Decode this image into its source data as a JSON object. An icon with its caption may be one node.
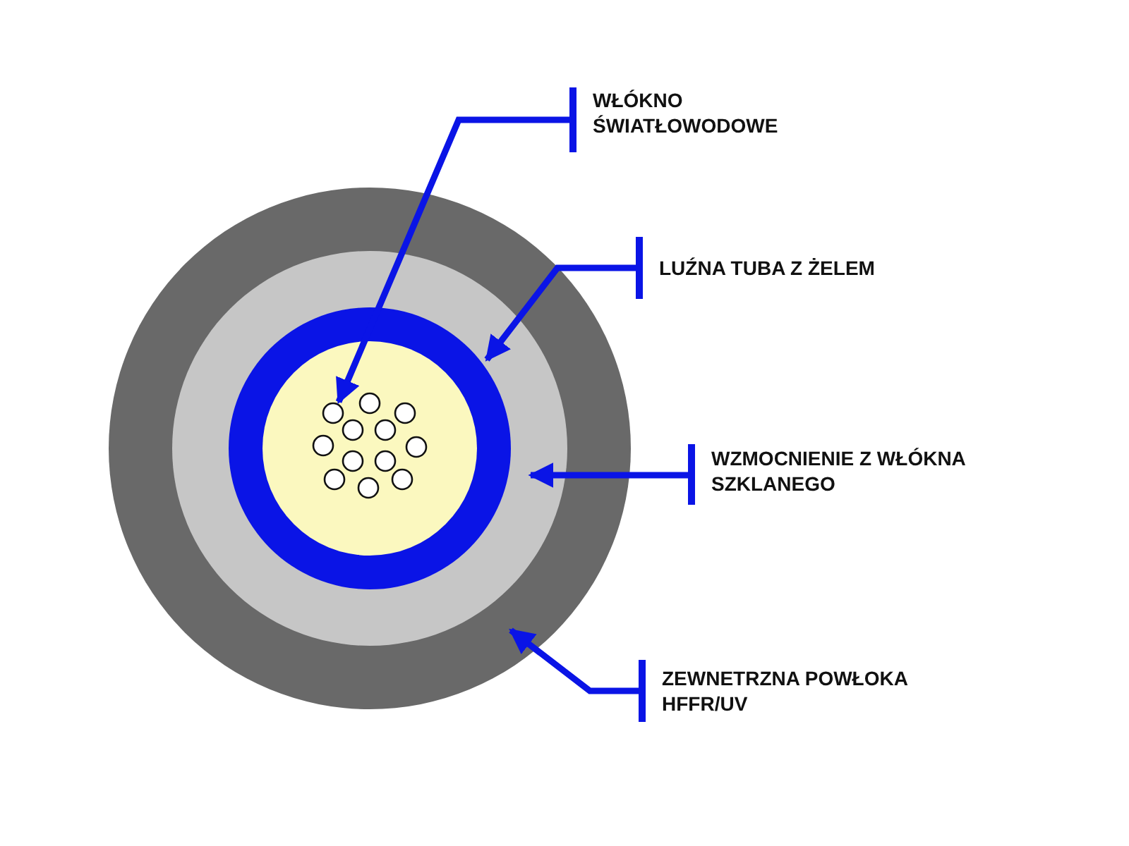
{
  "diagram": {
    "nodes": [
      {
        "text": [
          "WŁÓKNO ŚWIATŁOWODOWE"
        ]
      },
      {
        "text": [
          "LUŹNA TUBA Z ŻELEM"
        ]
      },
      {
        "text": [
          "WZMOCNIENIE Z WŁÓKNA SZKLANEGO"
        ]
      },
      {
        "text": [
          "ZEWNETRZNA POWŁOKA HFFR/UV"
        ]
      },
      {
        "text": [],
        "shape": "circle",
        "in": 5
      },
      {
        "text": [],
        "shape": "circle",
        "in": 6
      },
      {
        "text": [],
        "shape": "circle",
        "in": 7
      },
      {
        "text": [],
        "shape": "circle"
      }
    ],
    "edges": [
      {
        "from": 0,
        "to": 4,
        "arrow": "to"
      },
      {
        "from": 1,
        "to": 5,
        "arrow": "to"
      },
      {
        "from": 2,
        "to": 6,
        "arrow": "to"
      },
      {
        "from": 3,
        "to": 7,
        "arrow": "to"
      }
    ]
  }
}
